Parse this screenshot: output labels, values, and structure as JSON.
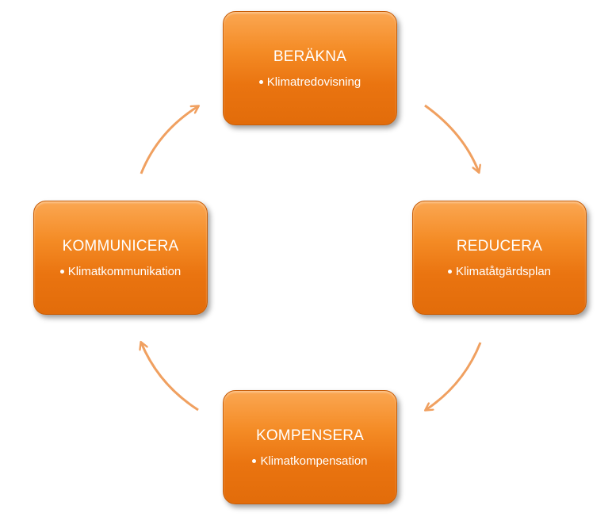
{
  "diagram": {
    "nodes": [
      {
        "id": "top",
        "title": "BERÄKNA",
        "item": "Klimatredovisning"
      },
      {
        "id": "right",
        "title": "REDUCERA",
        "item": "Klimatåtgärdsplan"
      },
      {
        "id": "bottom",
        "title": "KOMPENSERA",
        "item": "Klimatkompensation"
      },
      {
        "id": "left",
        "title": "KOMMUNICERA",
        "item": "Klimatkommunikation"
      }
    ],
    "flow": "clockwise cycle: BERÄKNA → REDUCERA → KOMPENSERA → KOMMUNICERA → BERÄKNA"
  },
  "colors": {
    "box_fill": "#f07f1a",
    "arrow": "#f0a060",
    "text": "#ffffff"
  }
}
